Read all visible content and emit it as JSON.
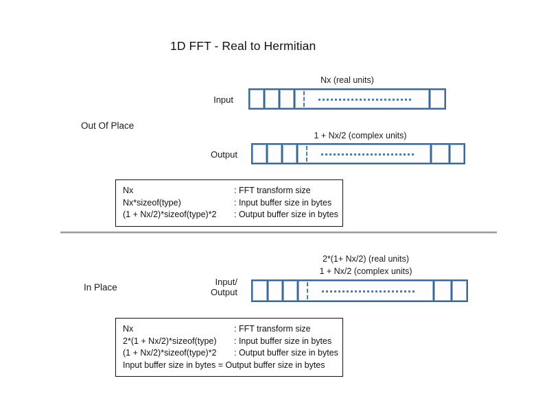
{
  "title": "1D FFT - Real to Hermitian",
  "sections": {
    "out_of_place": {
      "label": "Out Of Place",
      "input": {
        "row_label": "Input",
        "caption": "Nx (real units)"
      },
      "output": {
        "row_label": "Output",
        "caption": "1 + Nx/2 (complex units)"
      },
      "legend": [
        {
          "lhs": "Nx",
          "rhs": ": FFT transform size"
        },
        {
          "lhs": "Nx*sizeof(type)",
          "rhs": ": Input buffer size in bytes"
        },
        {
          "lhs": "(1 + Nx/2)*sizeof(type)*2",
          "rhs": ": Output buffer size in bytes"
        }
      ]
    },
    "in_place": {
      "label": "In Place",
      "io": {
        "row_label_line1": "Input/",
        "row_label_line2": "Output",
        "caption_line1": "2*(1+ Nx/2) (real units)",
        "caption_line2": "1 + Nx/2 (complex units)"
      },
      "legend": [
        {
          "lhs": "Nx",
          "rhs": ": FFT transform size"
        },
        {
          "lhs": "2*(1 + Nx/2)*sizeof(type)",
          "rhs": ": Input buffer size in bytes"
        },
        {
          "lhs": "(1 + Nx/2)*sizeof(type)*2",
          "rhs": ": Output buffer size in bytes"
        },
        {
          "lhs": "Input buffer size in bytes = Output buffer size in bytes",
          "rhs": ""
        }
      ]
    }
  },
  "colors": {
    "bar_border": "#40678f",
    "bar_inner": "#93b2cf",
    "dash": "#4a7cab",
    "divider_rule": "#9a9a9a",
    "text": "#111111"
  }
}
